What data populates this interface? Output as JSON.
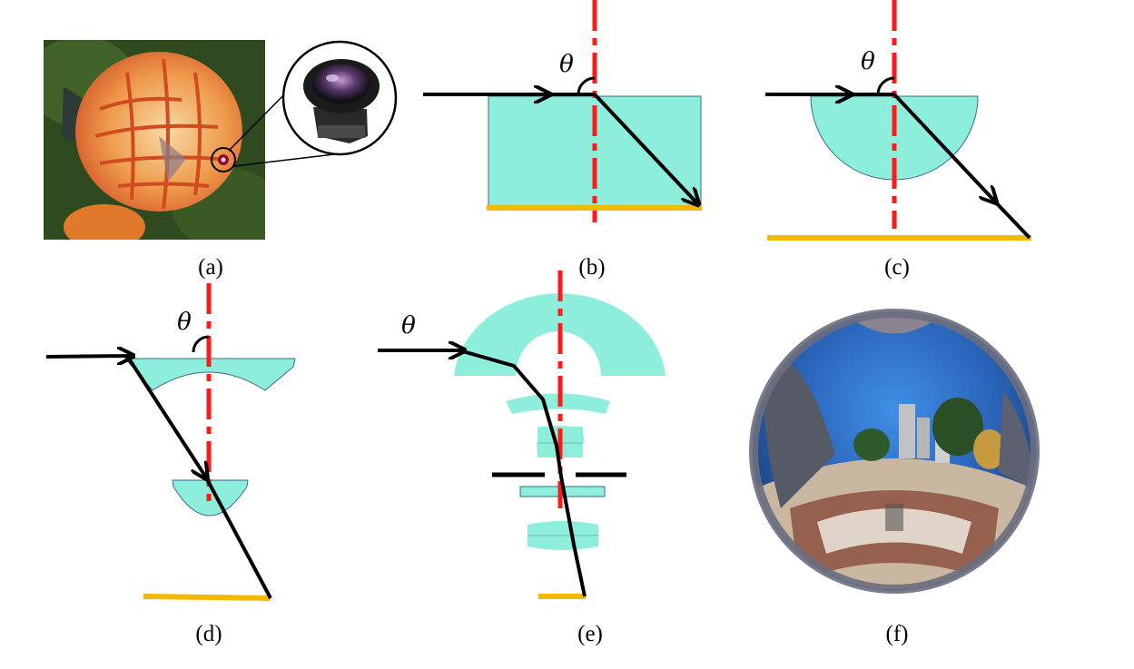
{
  "colors": {
    "glass": "#8eeedc",
    "axis": "#ff1a1a",
    "ray": "#000000",
    "sensor": "#f5b800"
  },
  "symbols": {
    "angle": "θ"
  },
  "panels": [
    {
      "id": "a",
      "caption": "(a)",
      "content": "fish-photo-with-fisheye-lens-icon"
    },
    {
      "id": "b",
      "caption": "(b)",
      "content": "flat-slab-refraction"
    },
    {
      "id": "c",
      "caption": "(c)",
      "content": "hemispherical-lens-refraction"
    },
    {
      "id": "d",
      "caption": "(d)",
      "content": "two-element-lens-refraction"
    },
    {
      "id": "e",
      "caption": "(e)",
      "content": "fisheye-lens-stack-refraction"
    },
    {
      "id": "f",
      "caption": "(f)",
      "content": "fisheye-image-sphere"
    }
  ]
}
